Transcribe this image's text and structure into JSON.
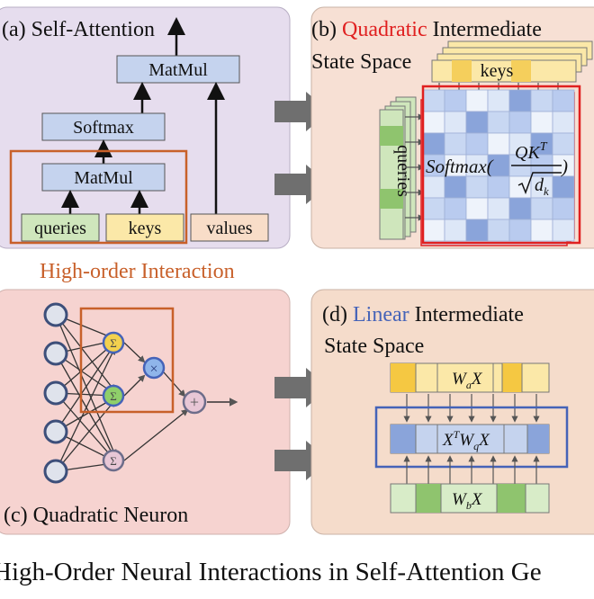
{
  "panel_a": {
    "title": "(a) Self-Attention",
    "matmul_top": "MatMul",
    "softmax": "Softmax",
    "matmul_bottom": "MatMul",
    "queries": "queries",
    "keys": "keys",
    "values": "values"
  },
  "high_order_label": "High-order Interaction",
  "panel_b": {
    "title_prefix": "(b) ",
    "title_highlight": "Quadratic",
    "title_rest": " Intermediate",
    "title_line2": "State Space",
    "keys": "keys",
    "queries": "queries",
    "formula_softmax": "Softmax(",
    "formula_num": "QK",
    "formula_sup": "T",
    "formula_den": "d",
    "formula_den_sub": "k",
    "formula_close": ")"
  },
  "panel_c": {
    "title": "(c) Quadratic Neuron",
    "sigma": "Σ",
    "times": "×",
    "plus": "+"
  },
  "panel_d": {
    "title_prefix": "(d) ",
    "title_highlight": "Linear",
    "title_rest": " Intermediate",
    "title_line2": "State Space",
    "row_top_w": "W",
    "row_top_sub": "a",
    "row_top_x": "X",
    "row_mid_x": "X",
    "row_mid_sup": "T",
    "row_mid_w": "W",
    "row_mid_sub": "q",
    "row_mid_x2": "X",
    "row_bot_w": "W",
    "row_bot_sub": "b",
    "row_bot_x": "X"
  },
  "caption": "High-Order Neural Interactions in Self-Attention Ge",
  "colors": {
    "panel_a_bg": "#e6ddee",
    "panel_b_bg": "#f7e0d4",
    "panel_c_bg": "#f6d3d0",
    "panel_d_bg": "#f5dccb",
    "box_blue": "#c5d3ee",
    "queries_green": "#cfe6bc",
    "keys_yellow": "#fbe8a8",
    "values_orange": "#f8ddc8",
    "accent_red": "#e02020",
    "accent_blue": "#4563b8",
    "accent_orange": "#c8602a",
    "arrow_gray": "#6f6f6f"
  }
}
